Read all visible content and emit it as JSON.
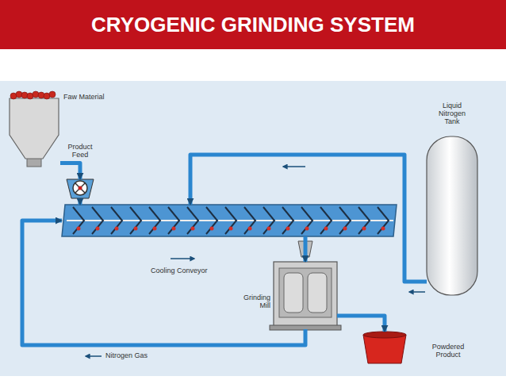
{
  "diagram": {
    "title": "CRYOGENIC GRINDING SYSTEM",
    "nodes": [
      {
        "text": [
          "Faw Material"
        ]
      },
      {
        "text": [
          "Product Feed"
        ]
      },
      {
        "text": [
          "Cooling Conveyor"
        ]
      },
      {
        "text": [
          "Grinding Mill"
        ]
      },
      {
        "text": [
          "Liquid Nitrogen Tank"
        ]
      },
      {
        "text": [
          "Powdered Product"
        ]
      }
    ],
    "edges": [
      {
        "from": 0,
        "to": 1,
        "arrow": "to"
      },
      {
        "from": 1,
        "to": 2,
        "arrow": "to"
      },
      {
        "from": 2,
        "to": 3,
        "arrow": "to"
      },
      {
        "from": 3,
        "to": 5,
        "arrow": "to"
      },
      {
        "from": 4,
        "to": 2,
        "arrow": "to"
      },
      {
        "from": 3,
        "to": 2,
        "label": "Nitrogen Gas",
        "arrow": "to"
      }
    ]
  }
}
